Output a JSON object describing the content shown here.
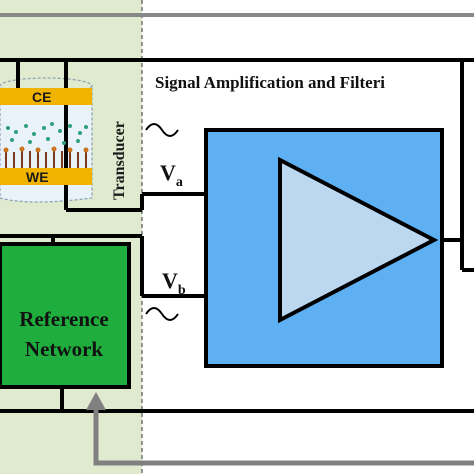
{
  "transducer": {
    "label": "Transducer",
    "counter_electrode": "CE",
    "working_electrode": "WE"
  },
  "reference_network": {
    "line1": "Reference",
    "line2": "Network"
  },
  "amplifier": {
    "title": "Signal Amplification and Filteri",
    "input_a": "V",
    "input_a_sub": "a",
    "input_b": "V",
    "input_b_sub": "b"
  },
  "colors": {
    "panel_bg": "#dfeacf",
    "reference_box": "#1fae3e",
    "amplifier_box": "#5fb0f2",
    "triangle": "#bcd7f0",
    "electrode_gold": "#f0b400",
    "feedback_arrow": "#808080",
    "wire": "#000000"
  }
}
